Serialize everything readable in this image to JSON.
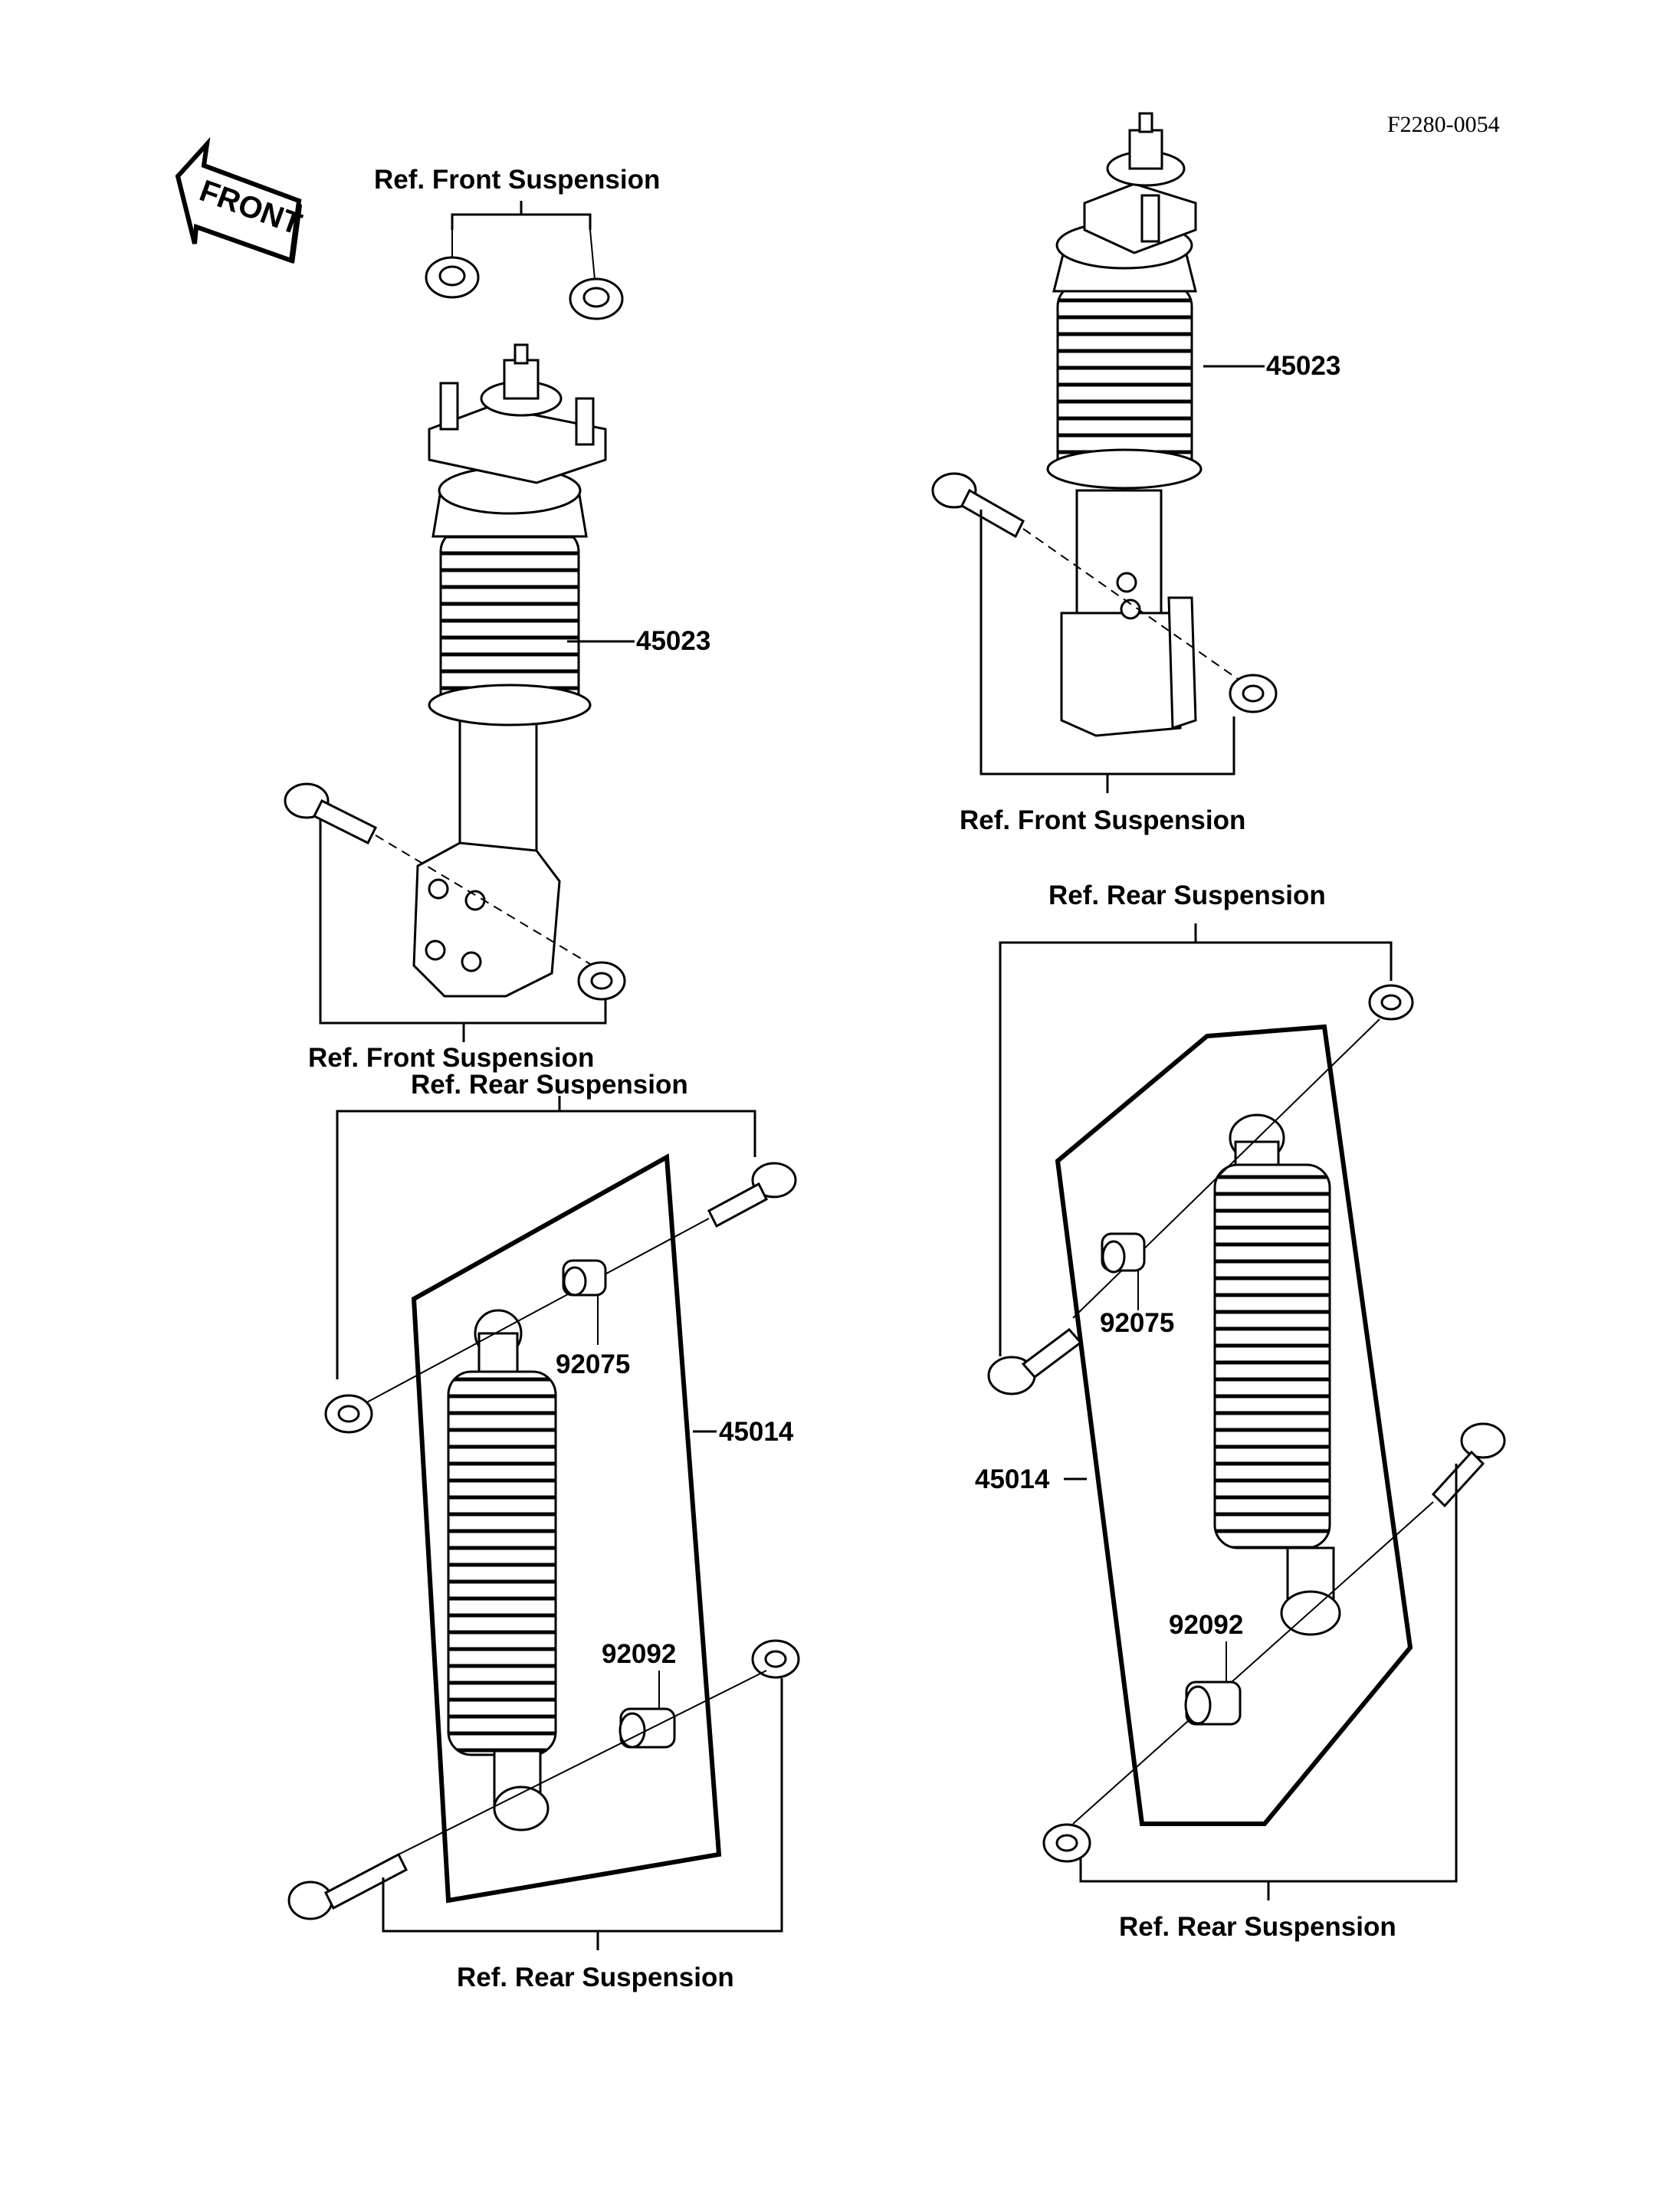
{
  "figure_code": "F2280-0054",
  "front_arrow_label": "FRONT",
  "labels": {
    "ref_front_top": "Ref. Front Suspension",
    "ref_front_left": "Ref. Front Suspension",
    "ref_front_right": "Ref. Front Suspension",
    "ref_rear_left_top": "Ref. Rear Suspension",
    "ref_rear_left_bottom": "Ref. Rear Suspension",
    "ref_rear_right_top": "Ref. Rear Suspension",
    "ref_rear_right_bottom": "Ref. Rear Suspension"
  },
  "part_numbers": {
    "front_shock_left": "45023",
    "front_shock_right": "45023",
    "rear_shock_left": "45014",
    "rear_shock_right": "45014",
    "upper_bushing_left": "92075",
    "upper_bushing_right": "92075",
    "lower_bushing_left": "92092",
    "lower_bushing_right": "92092"
  }
}
